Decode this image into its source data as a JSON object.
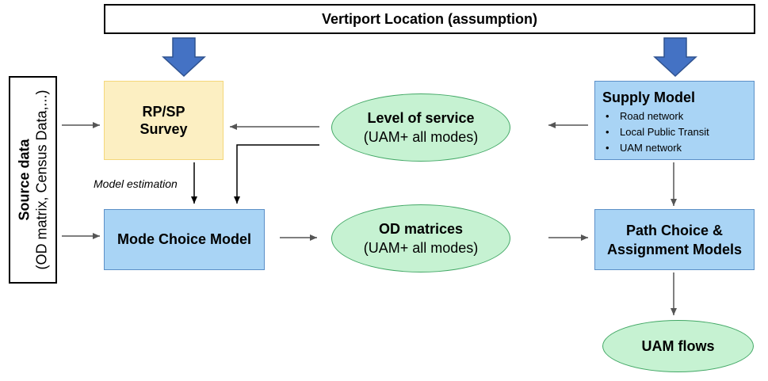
{
  "header": {
    "title": "Vertiport Location (assumption)"
  },
  "source": {
    "title": "Source data",
    "note": "(OD matrix, Census Data,...)"
  },
  "survey": {
    "line1": "RP/SP",
    "line2": "Survey"
  },
  "mode_choice": {
    "label": "Mode Choice Model"
  },
  "level_of_service": {
    "title": "Level of service",
    "subtitle": "(UAM+ all modes)"
  },
  "od_matrices": {
    "title": "OD matrices",
    "subtitle": "(UAM+ all modes)"
  },
  "supply_model": {
    "title": "Supply Model",
    "items": [
      "Road network",
      "Local Public Transit",
      "UAM network"
    ]
  },
  "path_choice": {
    "line1": "Path Choice &",
    "line2": "Assignment Models"
  },
  "uam_flows": {
    "label": "UAM flows"
  },
  "edge_labels": {
    "model_estimation": "Model estimation"
  },
  "colors": {
    "survey_fill": "#fcefc2",
    "model_fill": "#a9d4f5",
    "oval_fill": "#c6f2d2",
    "big_arrow": "#4472c4"
  }
}
